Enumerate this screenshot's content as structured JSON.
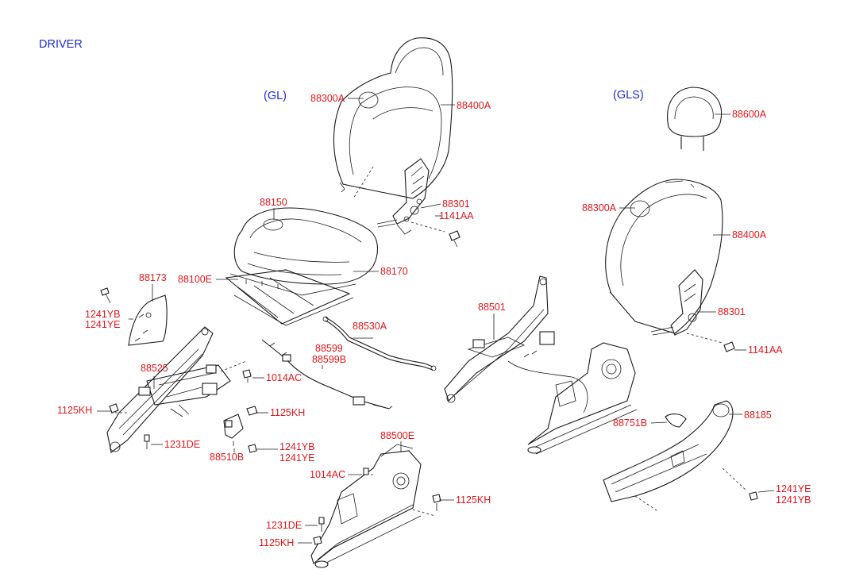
{
  "headings": {
    "driver": "DRIVER",
    "gl": "(GL)",
    "gls": "(GLS)"
  },
  "labels": {
    "p88300A_gl": "88300A",
    "p88400A_gl": "88400A",
    "p88301_gl": "88301",
    "p1141AA_gl": "1141AA",
    "p88150": "88150",
    "p88100E": "88100E",
    "p88170": "88170",
    "p88173": "88173",
    "p1241YB_a": "1241YB",
    "p1241YE_a": "1241YE",
    "p88525": "88525",
    "p1014AC_a": "1014AC",
    "p1125KH_a": "1125KH",
    "p1125KH_b": "1125KH",
    "p1231DE_a": "1231DE",
    "p88510B": "88510B",
    "p1241YB_b": "1241YB",
    "p1241YE_b": "1241YE",
    "p88530A": "88530A",
    "p88599": "88599",
    "p88599B": "88599B",
    "p88500E": "88500E",
    "p1014AC_b": "1014AC",
    "p1125KH_c": "1125KH",
    "p1231DE_b": "1231DE",
    "p1125KH_d": "1125KH",
    "p88501": "88501",
    "p88600A": "88600A",
    "p88300A_gls": "88300A",
    "p88400A_gls": "88400A",
    "p88301_gls": "88301",
    "p1141AA_gls": "1141AA",
    "p88751B": "88751B",
    "p88185": "88185",
    "p1241YE_c": "1241YE",
    "p1241YB_c": "1241YB"
  },
  "colors": {
    "label": "#e0161b",
    "heading": "#1f2bd0",
    "line": "#1a1a1a"
  }
}
